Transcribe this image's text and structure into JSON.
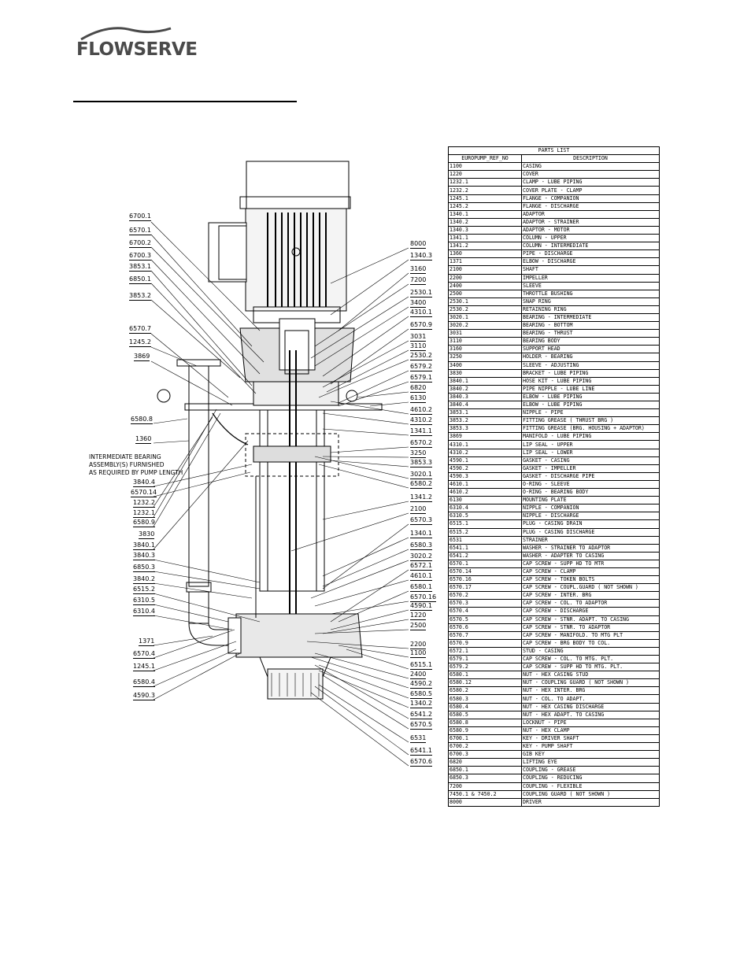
{
  "brand": {
    "name": "FLOWSERVE",
    "logo_icon": "flowserve-swoosh-icon"
  },
  "note": {
    "lines": [
      "INTERMEDIATE BEARING",
      "ASSEMBLY(S) FURNISHED",
      "AS REQUIRED BY PUMP LENGTH"
    ]
  },
  "labels_left": [
    "6700.1",
    "6570.1",
    "6700.2",
    "6700.3",
    "3853.1",
    "6850.1",
    "3853.2",
    "6570.7",
    "1245.2",
    "3869",
    "6580.8",
    "1360",
    "3840.4",
    "6570.14",
    "1232.2",
    "1232.1",
    "6580.9",
    "3830",
    "3840.1",
    "3840.3",
    "6850.3",
    "3840.2",
    "6515.2",
    "6310.5",
    "6310.4",
    "1371",
    "6570.4",
    "1245.1",
    "6580.4",
    "4590.3"
  ],
  "labels_right": [
    "8000",
    "1340.3",
    "3160",
    "7200",
    "2530.1",
    "3400",
    "4310.1",
    "6570.9",
    "3031",
    "3110",
    "2530.2",
    "6579.2",
    "6579.1",
    "6820",
    "6130",
    "4610.2",
    "4310.2",
    "1341.1",
    "6570.2",
    "3250",
    "3853.3",
    "3020.1",
    "6580.2",
    "1341.2",
    "2100",
    "6570.3",
    "1340.1",
    "6580.3",
    "3020.2",
    "6572.1",
    "4610.1",
    "6580.1",
    "6570.16",
    "4590.1",
    "1220",
    "2500",
    "2200",
    "1100",
    "6515.1",
    "2400",
    "4590.2",
    "6580.5",
    "1340.2",
    "6541.2",
    "6570.5",
    "6531",
    "6541.1",
    "6570.6"
  ],
  "parts_list": {
    "title": "PARTS LIST",
    "headers": [
      "EUROPUMP_REF_NO",
      "DESCRIPTION"
    ],
    "rows": [
      [
        "1100",
        "CASING"
      ],
      [
        "1220",
        "COVER"
      ],
      [
        "1232.1",
        "CLAMP - LUBE PIPING"
      ],
      [
        "1232.2",
        "COVER PLATE - CLAMP"
      ],
      [
        "1245.1",
        "FLANGE - COMPANION"
      ],
      [
        "1245.2",
        "FLANGE - DISCHARGE"
      ],
      [
        "1340.1",
        "ADAPTOR"
      ],
      [
        "1340.2",
        "ADAPTOR - STRAINER"
      ],
      [
        "1340.3",
        "ADAPTOR - MOTOR"
      ],
      [
        "1341.1",
        "COLUMN - UPPER"
      ],
      [
        "1341.2",
        "COLUMN - INTERMEDIATE"
      ],
      [
        "1360",
        "PIPE - DISCHARGE"
      ],
      [
        "1371",
        "ELBOW - DISCHARGE"
      ],
      [
        "2100",
        "SHAFT"
      ],
      [
        "2200",
        "IMPELLER"
      ],
      [
        "2400",
        "SLEEVE"
      ],
      [
        "2500",
        "THROTTLE BUSHING"
      ],
      [
        "2530.1",
        "SNAP RING"
      ],
      [
        "2530.2",
        "RETAINING RING"
      ],
      [
        "3020.1",
        "BEARING - INTERMEDIATE"
      ],
      [
        "3020.2",
        "BEARING - BOTTOM"
      ],
      [
        "3031",
        "BEARING - THRUST"
      ],
      [
        "3110",
        "BEARING BODY"
      ],
      [
        "3160",
        "SUPPORT HEAD"
      ],
      [
        "3250",
        "HOLDER - BEARING"
      ],
      [
        "3400",
        "SLEEVE - ADJUSTING"
      ],
      [
        "3830",
        "BRACKET - LUBE PIPING"
      ],
      [
        "3840.1",
        "HOSE KIT - LUBE PIPING"
      ],
      [
        "3840.2",
        "PIPE NIPPLE - LUBE LINE"
      ],
      [
        "3840.3",
        "ELBOW - LUBE PIPING"
      ],
      [
        "3840.4",
        "ELBOW - LUBE PIPING"
      ],
      [
        "3853.1",
        "NIPPLE - PIPE"
      ],
      [
        "3853.2",
        "FITTING GREASE ( THRUST BRG )"
      ],
      [
        "3853.3",
        "FITTING GREASE (BRG. HOUSING + ADAPTOR)"
      ],
      [
        "3869",
        "MANIFOLD - LUBE PIPING"
      ],
      [
        "4310.1",
        "LIP SEAL -  UPPER"
      ],
      [
        "4310.2",
        "LIP SEAL - LOWER"
      ],
      [
        "4590.1",
        "GASKET - CASING"
      ],
      [
        "4590.2",
        "GASKET - IMPELLER"
      ],
      [
        "4590.3",
        "GASKET - DISCHARGE PIPE"
      ],
      [
        "4610.1",
        "O-RING - SLEEVE"
      ],
      [
        "4610.2",
        "O-RING - BEARING BODY"
      ],
      [
        "6130",
        "MOUNTING PLATE"
      ],
      [
        "6310.4",
        "NIPPLE - COMPANION"
      ],
      [
        "6310.5",
        "NIPPLE - DISCHARGE"
      ],
      [
        "6515.1",
        "PLUG - CASING DRAIN"
      ],
      [
        "6515.2",
        "PLUG - CASING DISCHARGE"
      ],
      [
        "6531",
        "STRAINER"
      ],
      [
        "6541.1",
        "WASHER - STRAINER TO ADAPTOR"
      ],
      [
        "6541.2",
        "WASHER - ADAPTER TO CASING"
      ],
      [
        "6570.1",
        "CAP SCREW - SUPP HD TO MTR"
      ],
      [
        "6570.14",
        "CAP SCREW - CLAMP"
      ],
      [
        "6570.16",
        "CAP SCREW - TOKEN BOLTS"
      ],
      [
        "6570.17",
        "CAP SCREW - COUPL.GUARD ( NOT SHOWN )"
      ],
      [
        "6570.2",
        "CAP SCREW - INTER. BRG"
      ],
      [
        "6570.3",
        "CAP SCREW - COL. TO ADAPTOR"
      ],
      [
        "6570.4",
        "CAP SCREW - DISCHARGE"
      ],
      [
        "6570.5",
        "CAP SCREW -  STNR. ADAPT. TO CASING"
      ],
      [
        "6570.6",
        "CAP SCREW - STNR. TO ADAPTOR"
      ],
      [
        "6570.7",
        "CAP SCREW - MANIFOLD. TO MTG PLT"
      ],
      [
        "6570.9",
        "CAP SCREW - BRG BODY TO COL."
      ],
      [
        "6572.1",
        "STUD - CASING"
      ],
      [
        "6579.1",
        "CAP SCREW - COL. TO  MTG. PLT."
      ],
      [
        "6579.2",
        "CAP SCREW - SUPP HD TO  MTG. PLT."
      ],
      [
        "6580.1",
        "NUT - HEX CASING STUD"
      ],
      [
        "6580.12",
        "NUT - COUPLING GUARD ( NOT SHOWN )"
      ],
      [
        "6580.2",
        "NUT - HEX INTER. BRG"
      ],
      [
        "6580.3",
        "NUT - COL. TO ADAPT."
      ],
      [
        "6580.4",
        "NUT - HEX CASING DISCHARGE"
      ],
      [
        "6580.5",
        "NUT - HEX ADAPT. TO CASING"
      ],
      [
        "6580.8",
        "LOCKNUT - PIPE"
      ],
      [
        "6580.9",
        "NUT - HEX CLAMP"
      ],
      [
        "6700.1",
        "KEY - DRIVER SHAFT"
      ],
      [
        "6700.2",
        "KEY - PUMP SHAFT"
      ],
      [
        "6700.3",
        "GIB KEY"
      ],
      [
        "6820",
        "LIFTING EYE"
      ],
      [
        "6850.1",
        "COUPLING - GREASE"
      ],
      [
        "6850.3",
        "COUPLING - REDUCING"
      ],
      [
        "7200",
        "COUPLING - FLEXIBLE"
      ],
      [
        "7450.1 & 7450.2",
        "COUPLING GUARD ( NOT SHOWN )"
      ],
      [
        "8000",
        "DRIVER"
      ]
    ]
  }
}
